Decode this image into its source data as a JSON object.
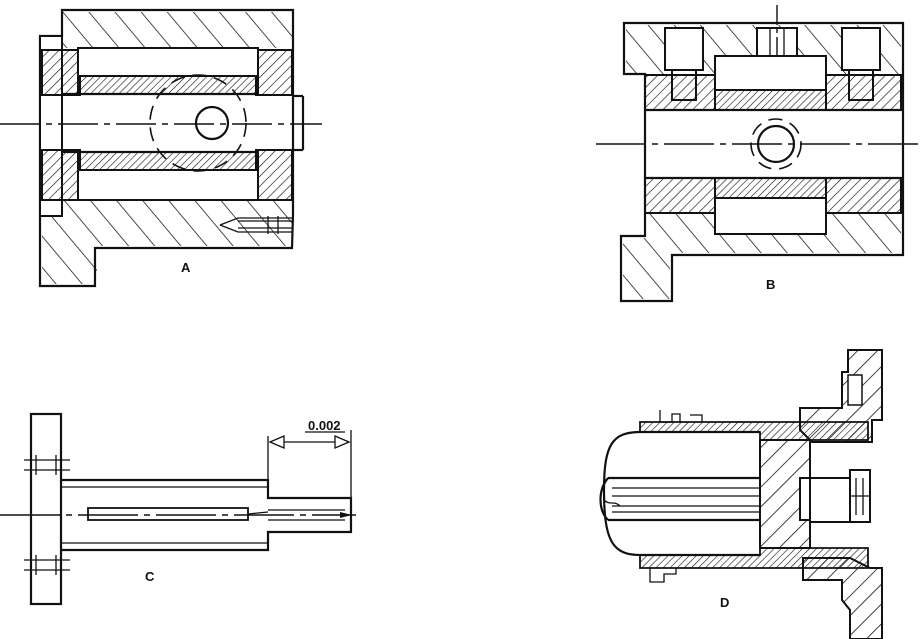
{
  "figure": {
    "views": [
      {
        "id": "A",
        "label": "A"
      },
      {
        "id": "B",
        "label": "B"
      },
      {
        "id": "C",
        "label": "C"
      },
      {
        "id": "D",
        "label": "D"
      }
    ],
    "dimension_text": "0.002"
  }
}
